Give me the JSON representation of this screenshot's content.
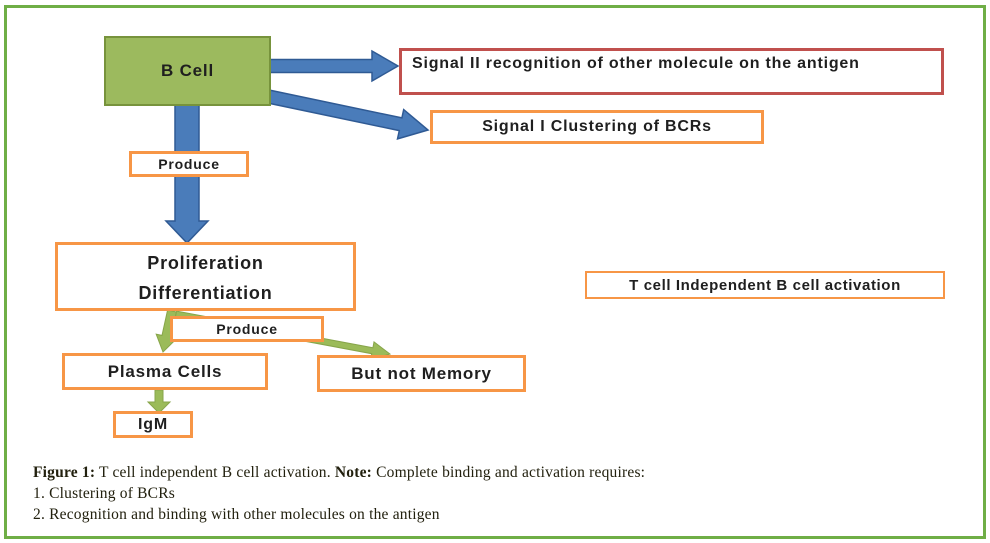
{
  "palette": {
    "page_border_green": "#6fae46",
    "cell_fill_green": "#9cba5e",
    "cell_border_green": "#77933c",
    "blue_arrow_fill": "#4a7cba",
    "blue_arrow_edge": "#2f5a94",
    "green_arrow_fill": "#9bbb59",
    "orange_box_border": "#f79646",
    "red_box_border": "#c0504d",
    "text_color": "#1f1f1f"
  },
  "diagram": {
    "b_cell": "B Cell",
    "signal2": "Signal II recognition of other molecule on the antigen",
    "signal1": "Signal I Clustering of BCRs",
    "produce_top": "Produce",
    "proliferation_line1": "Proliferation",
    "proliferation_line2": "Differentiation",
    "produce_bottom": "Produce",
    "plasma_cells": "Plasma Cells",
    "but_not_memory": "But not Memory",
    "igm": "IgM",
    "t_cell_independent": "T cell Independent B cell activation"
  },
  "caption": {
    "figure_label": "Figure 1:",
    "figure_text": "T cell independent B cell activation.",
    "note_label": "Note:",
    "note_text": "Complete binding and activation requires:",
    "item_1": "1. Clustering of BCRs",
    "item_2": "2. Recognition and binding with other molecules on the antigen"
  }
}
